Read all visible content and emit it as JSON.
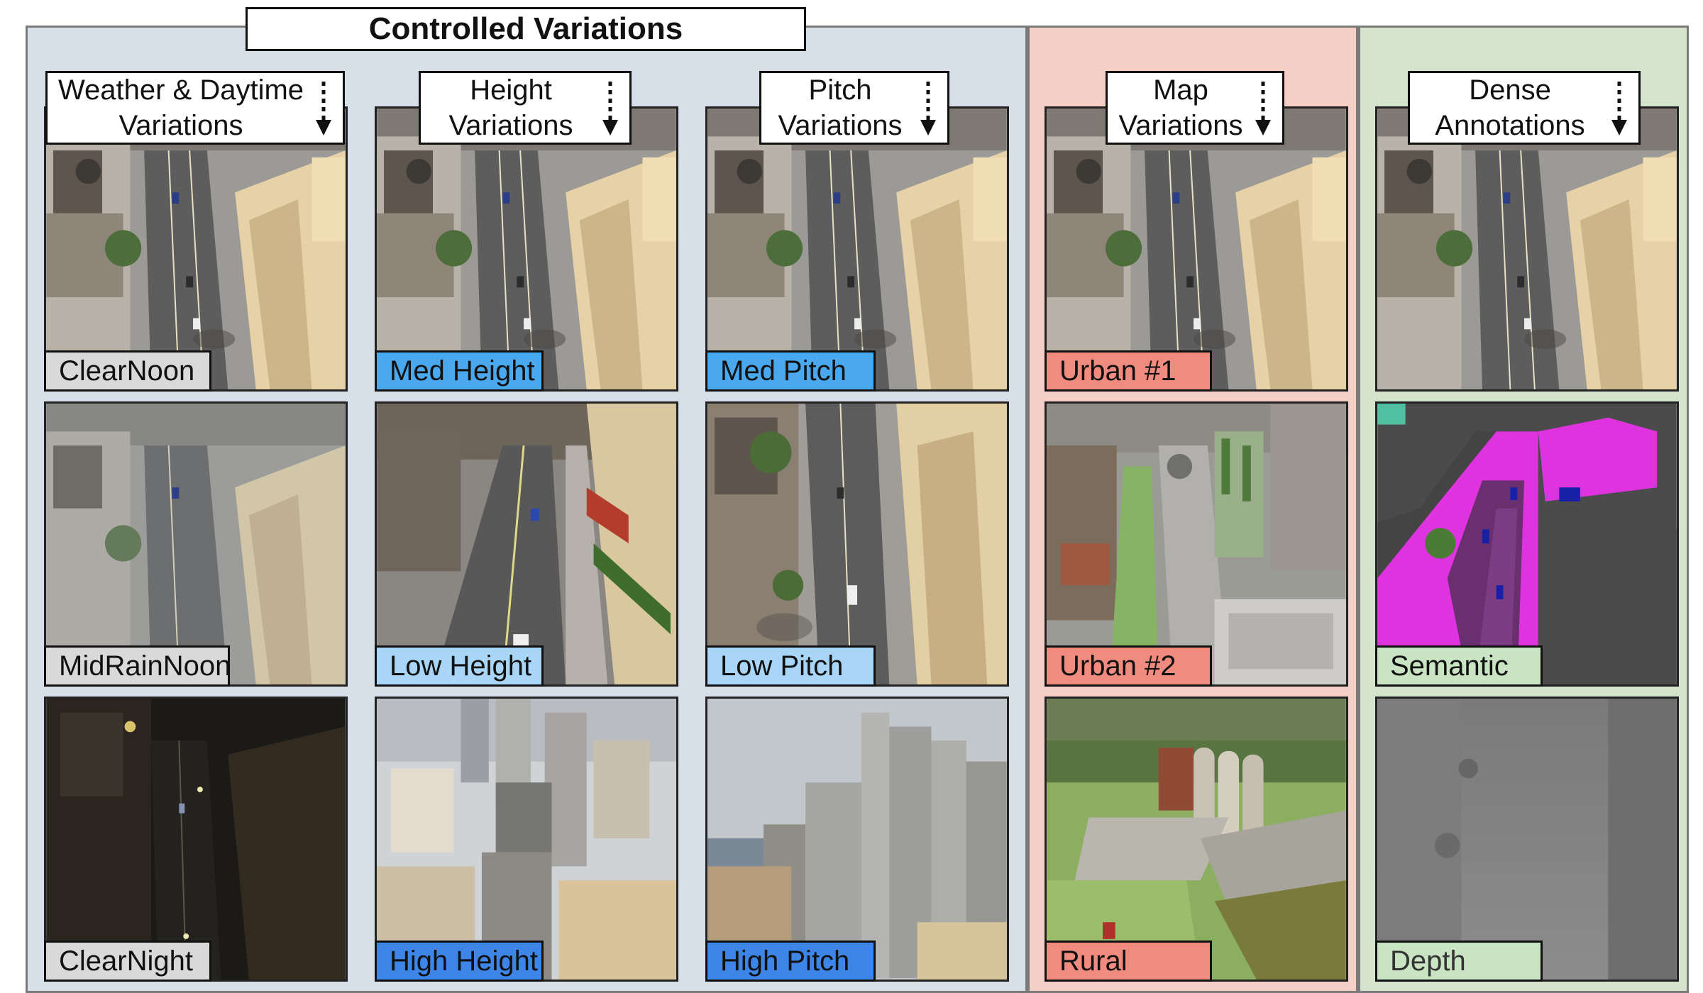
{
  "title": "Controlled Variations",
  "columns": [
    {
      "header": "Weather & Daytime\nVariations",
      "labels": [
        "ClearNoon",
        "MidRainNoon",
        "ClearNight"
      ]
    },
    {
      "header": "Height\nVariations",
      "labels": [
        "Med Height",
        "Low Height",
        "High Height"
      ]
    },
    {
      "header": "Pitch\nVariations",
      "labels": [
        "Med Pitch",
        "Low Pitch",
        "High Pitch"
      ]
    },
    {
      "header": "Map\nVariations",
      "labels": [
        "Urban #1",
        "Urban #2",
        "Rural"
      ]
    },
    {
      "header": "Dense\nAnnotations",
      "labels": [
        "Semantic",
        "Depth"
      ]
    }
  ],
  "colors": {
    "controlled_bg": "#d7dfe8",
    "map_bg": "#f6cfc6",
    "dense_bg": "#d3e3cc",
    "label_gray": "#d9d9d9",
    "label_blue": "#4aa8ee",
    "label_salmon": "#ef8c7f",
    "label_green": "#c9e4c2"
  }
}
